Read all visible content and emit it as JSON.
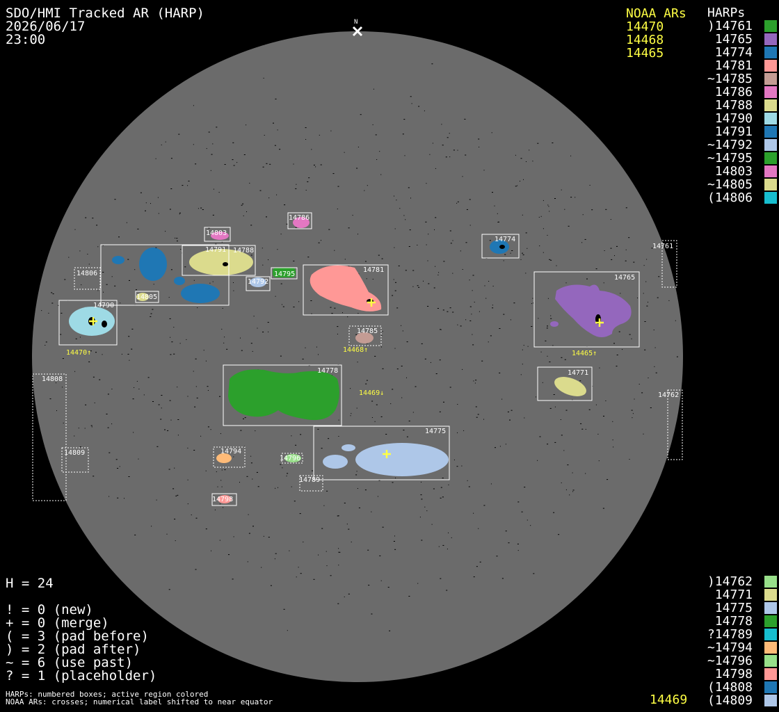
{
  "header": {
    "title": "SDO/HMI Tracked AR (HARP)",
    "date": "2026/06/17",
    "time": "23:00"
  },
  "north_label": "N",
  "noaa_list": {
    "title": "NOAA ARs",
    "items": [
      "14470",
      "14468",
      "14465"
    ]
  },
  "harp_list": {
    "title": "HARPs",
    "top": [
      {
        "label": ")14761",
        "color": "#2ca02c"
      },
      {
        "label": " 14765",
        "color": "#9467bd"
      },
      {
        "label": " 14774",
        "color": "#1f77b4"
      },
      {
        "label": " 14781",
        "color": "#ff9896"
      },
      {
        "label": "~14785",
        "color": "#c49c94"
      },
      {
        "label": " 14786",
        "color": "#e377c2"
      },
      {
        "label": " 14788",
        "color": "#dbdb8d"
      },
      {
        "label": " 14790",
        "color": "#9edae5"
      },
      {
        "label": " 14791",
        "color": "#1f77b4"
      },
      {
        "label": "~14792",
        "color": "#aec7e8"
      },
      {
        "label": "~14795",
        "color": "#2ca02c"
      },
      {
        "label": " 14803",
        "color": "#e377c2"
      },
      {
        "label": "~14805",
        "color": "#dbdb8d"
      },
      {
        "label": "(14806",
        "color": "#17becf"
      }
    ],
    "bottom": [
      {
        "label": ")14762",
        "color": "#98df8a"
      },
      {
        "label": " 14771",
        "color": "#dbdb8d"
      },
      {
        "label": " 14775",
        "color": "#aec7e8"
      },
      {
        "label": " 14778",
        "color": "#2ca02c"
      },
      {
        "label": "?14789",
        "color": "#17becf"
      },
      {
        "label": "~14794",
        "color": "#ffbb78"
      },
      {
        "label": "~14796",
        "color": "#98df8a"
      },
      {
        "label": " 14798",
        "color": "#ff9896"
      },
      {
        "label": "(14808",
        "color": "#1f77b4"
      },
      {
        "label": "(14809",
        "color": "#aec7e8"
      }
    ]
  },
  "stats": {
    "h": "H = 24",
    "new": "! = 0 (new)",
    "merge": "+ = 0 (merge)",
    "pad_before": "( = 3 (pad before)",
    "pad_after": ") = 2 (pad after)",
    "use_past": "~ = 6 (use past)",
    "placeholder": "? = 1 (placeholder)"
  },
  "footer": {
    "line1": "HARPs: numbered boxes; active region colored",
    "line2": "NOAA ARs: crosses; numerical label shifted to near equator"
  },
  "noaa_unmatched": "14469",
  "disk_labels": {
    "h14761": "14761",
    "h14762": "14762",
    "h14765": "14765",
    "h14771": "14771",
    "h14774": "14774",
    "h14775": "14775",
    "h14778": "14778",
    "h14781": "14781",
    "h14785": "14785",
    "h14786": "14786",
    "h14788": "14788",
    "h14789": "14789",
    "h14790": "14790",
    "h14791": "14791",
    "h14792": "14792",
    "h14794": "14794",
    "h14795": "14795",
    "h14796": "14796",
    "h14798": "14798",
    "h14803": "14803",
    "h14805": "14805",
    "h14806": "14806",
    "h14808": "14808",
    "h14809": "14809",
    "n14470": "14470↑",
    "n14468": "14468↑",
    "n14465": "14465↑",
    "n14469": "14469↓"
  },
  "colors": {
    "disk": "#6b6b6b",
    "noaa_yellow": "#ffff44",
    "background": "#000000"
  }
}
